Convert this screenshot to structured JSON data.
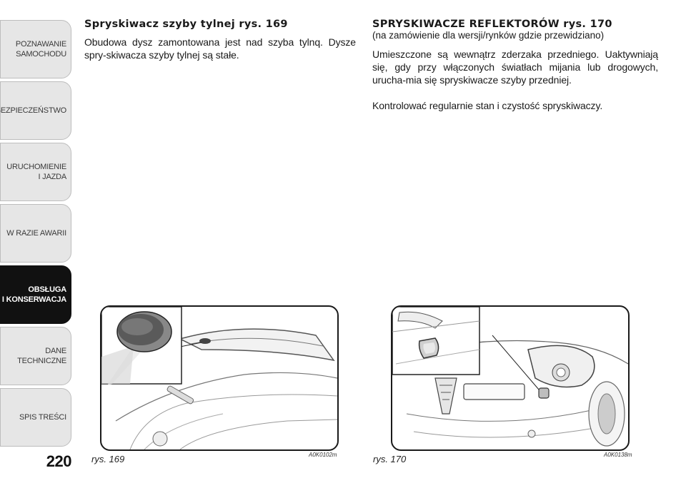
{
  "sidebar": {
    "tabs": [
      {
        "label": "POZNAWANIE\nSAMOCHODU",
        "active": false
      },
      {
        "label": "BEZPIECZEŃSTWO",
        "active": false
      },
      {
        "label": "URUCHOMIENIE\nI JAZDA",
        "active": false
      },
      {
        "label": "W RAZIE AWARII",
        "active": false
      },
      {
        "label": "OBSŁUGA\nI KONSERWACJA",
        "active": true
      },
      {
        "label": "DANE\nTECHNICZNE",
        "active": false
      },
      {
        "label": "SPIS TREŚCI",
        "active": false
      }
    ]
  },
  "page_number": "220",
  "left_section": {
    "heading": "Spryskiwacz szyby tylnej rys. 169",
    "paragraph": "Obudowa dysz zamontowana jest nad szyba tylnq. Dysze spry-skiwacza szyby tylnej są stałe."
  },
  "right_section": {
    "heading": "SPRYSKIWACZE REFLEKTORÓW rys. 170",
    "subnote": "(na zamówienie dla wersji/rynków gdzie przewidziano)",
    "paragraph1": "Umieszczone są wewnątrz zderzaka przedniego. Uaktywniają się, gdy przy włączonych światłach mijania lub drogowych, urucha-mia się spryskiwacze szyby przedniej.",
    "paragraph2": "Kontrolować regularnie stan i czystość spryskiwaczy."
  },
  "figures": [
    {
      "caption": "rys. 169",
      "code": "A0K0102m"
    },
    {
      "caption": "rys. 170",
      "code": "A0K0138m"
    }
  ],
  "icons": {
    "figure169": "rear-washer-nozzle-illustration",
    "figure170": "headlight-washer-illustration"
  },
  "colors": {
    "active_tab": "#111111",
    "inactive_tab": "#e6e6e6"
  }
}
